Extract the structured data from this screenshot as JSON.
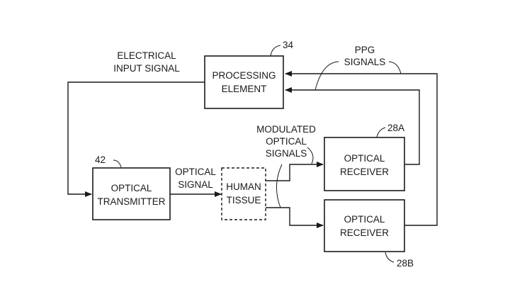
{
  "diagram": {
    "blocks": {
      "processing": {
        "line1": "PROCESSING",
        "line2": "ELEMENT",
        "ref": "34"
      },
      "transmitter": {
        "line1": "OPTICAL",
        "line2": "TRANSMITTER",
        "ref": "42"
      },
      "tissue": {
        "line1": "HUMAN",
        "line2": "TISSUE"
      },
      "receiver_a": {
        "line1": "OPTICAL",
        "line2": "RECEIVER",
        "ref": "28A"
      },
      "receiver_b": {
        "line1": "OPTICAL",
        "line2": "RECEIVER",
        "ref": "28B"
      }
    },
    "labels": {
      "electrical": {
        "line1": "ELECTRICAL",
        "line2": "INPUT SIGNAL"
      },
      "ppg": {
        "line1": "PPG",
        "line2": "SIGNALS"
      },
      "optical_signal": {
        "line1": "OPTICAL",
        "line2": "SIGNAL"
      },
      "modulated": {
        "line1": "MODULATED",
        "line2": "OPTICAL",
        "line3": "SIGNALS"
      }
    }
  }
}
